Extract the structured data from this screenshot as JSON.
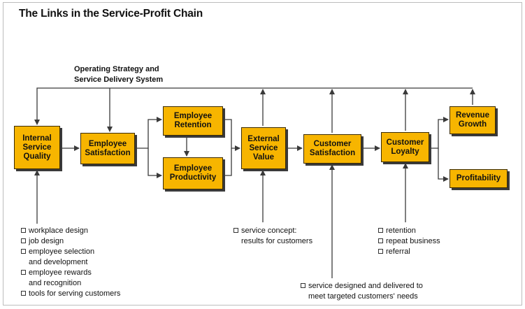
{
  "title": "The Links in the Service-Profit Chain",
  "operating_label": "Operating Strategy and\nService Delivery System",
  "boxes": {
    "internal_service_quality": "Internal\nService\nQuality",
    "employee_satisfaction": "Employee\nSatisfaction",
    "employee_retention": "Employee\nRetention",
    "employee_productivity": "Employee\nProductivity",
    "external_service_value": "External\nService\nValue",
    "customer_satisfaction": "Customer\nSatisfaction",
    "customer_loyalty": "Customer\nLoyalty",
    "revenue_growth": "Revenue\nGrowth",
    "profitability": "Profitability"
  },
  "notes": {
    "internal": [
      "workplace design",
      "job design",
      "employee selection\nand development",
      "employee rewards\nand recognition",
      "tools for serving customers"
    ],
    "external": [
      "service concept:\nresults for customers"
    ],
    "loyalty": [
      "retention",
      "repeat business",
      "referral"
    ],
    "satisfaction": [
      "service designed and delivered to\nmeet targeted customers' needs"
    ]
  },
  "colors": {
    "box_fill": "#f7b500",
    "line": "#3a3a3a"
  }
}
